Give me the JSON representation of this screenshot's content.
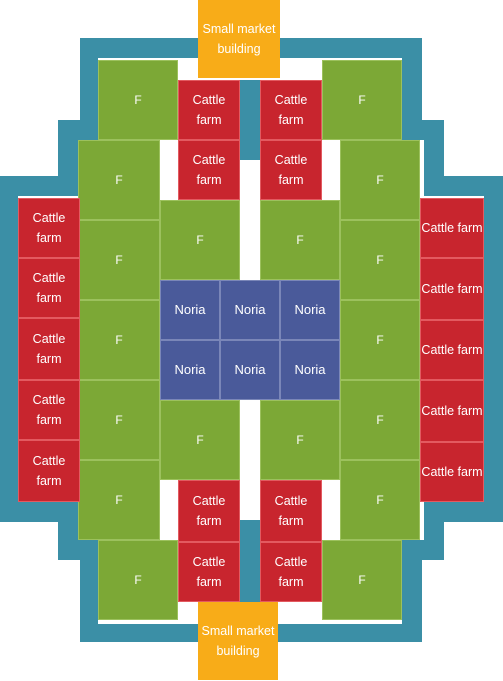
{
  "market": {
    "label_top": "Small market building",
    "label_bottom": "Small market building"
  },
  "tiles": {
    "farm": "F",
    "cattle": "Cattle farm",
    "noria": "Noria"
  },
  "colors": {
    "farm": "#7ca836",
    "cattle_farm": "#c8252e",
    "noria": "#4a5a9a",
    "market": "#f8ac18",
    "wall": "#3b8fa6"
  }
}
